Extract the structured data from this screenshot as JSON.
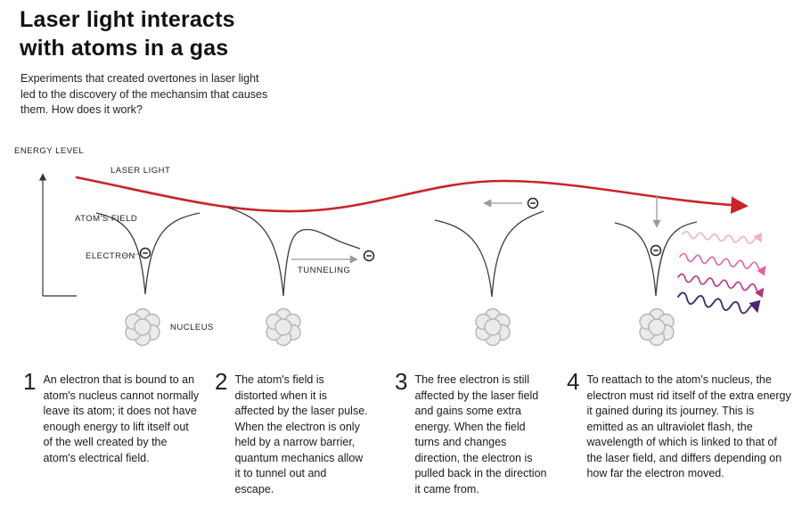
{
  "header": {
    "title_line1": "Laser light interacts",
    "title_line2": "with atoms in a gas",
    "subtitle": "Experiments that created overtones in laser light led to the discovery of the mechansim that causes them. How does it work?"
  },
  "diagram": {
    "labels": {
      "energy_level": "ENERGY LEVEL",
      "laser_light": "LASER LIGHT",
      "atoms_field": "ATOM'S FIELD",
      "electron": "ELECTRON",
      "tunneling": "TUNNELING",
      "nucleus": "NUCLEUS"
    },
    "colors": {
      "laser": "#c9242b",
      "wave1": "#f2afce",
      "wave2": "#e2639f",
      "wave3": "#b53380",
      "wave4": "#472a6b"
    }
  },
  "steps": [
    {
      "number": "1",
      "text": "An electron that is bound to an atom's nucleus cannot normally leave its atom; it does not have enough energy to lift itself out of the well created by the atom's electrical field."
    },
    {
      "number": "2",
      "text": "The atom's field is distorted when it is affected by the laser pulse. When the electron is only held by a narrow barrier, quantum mechanics allow it to tunnel out and escape."
    },
    {
      "number": "3",
      "text": "The free electron is still affected by the laser field and gains some extra energy. When the field turns and changes direction, the electron is pulled back in the direction it came from."
    },
    {
      "number": "4",
      "text": "To reattach to the atom's nucleus, the electron must rid itself of the extra energy it gained during its journey. This is emitted as an ultraviolet flash, the wavelength of which is linked to that of the laser field, and differs depending on how far the electron moved."
    }
  ]
}
